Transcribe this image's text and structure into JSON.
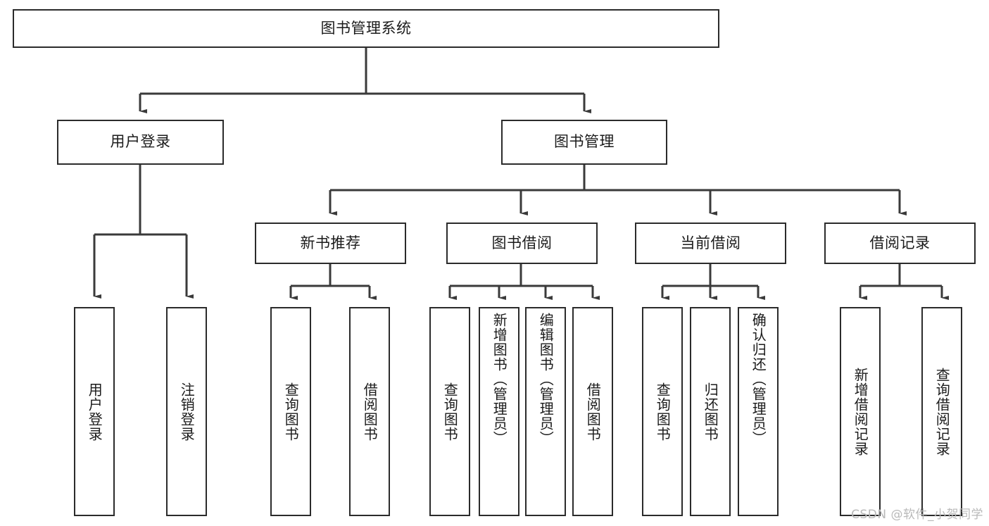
{
  "diagram": {
    "title": "图书管理系统",
    "type": "hierarchy-tree",
    "watermark": "CSDN @软件_小贺同学",
    "colors": {
      "box_border": "#2b2b2b",
      "box_fill": "#ffffff",
      "connector": "#3a3a3a",
      "text": "#1b1b1b",
      "watermark": "#b9b9b9"
    },
    "nodes": {
      "root": {
        "label": "图书管理系统"
      },
      "level2": [
        {
          "id": "user-login",
          "label": "用户登录"
        },
        {
          "id": "book-management",
          "label": "图书管理"
        }
      ],
      "level3": [
        {
          "id": "new-book-recommend",
          "label": "新书推荐"
        },
        {
          "id": "book-borrow",
          "label": "图书借阅"
        },
        {
          "id": "current-borrow",
          "label": "当前借阅"
        },
        {
          "id": "borrow-record",
          "label": "借阅记录"
        }
      ],
      "leaves": {
        "user_login": [
          {
            "id": "leaf-user-login",
            "label": "用户登录"
          },
          {
            "id": "leaf-logout",
            "label": "注销登录"
          }
        ],
        "new_book_recommend": [
          {
            "id": "leaf-query-book-1",
            "label": "查询图书"
          },
          {
            "id": "leaf-borrow-book-1",
            "label": "借阅图书"
          }
        ],
        "book_borrow": [
          {
            "id": "leaf-query-book-2",
            "label": "查询图书"
          },
          {
            "id": "leaf-add-book",
            "label": "新增图书（管理员）"
          },
          {
            "id": "leaf-edit-book",
            "label": "编辑图书（管理员）"
          },
          {
            "id": "leaf-borrow-book-2",
            "label": "借阅图书"
          }
        ],
        "current_borrow": [
          {
            "id": "leaf-query-book-3",
            "label": "查询图书"
          },
          {
            "id": "leaf-return-book",
            "label": "归还图书"
          },
          {
            "id": "leaf-confirm-return",
            "label": "确认归还（管理员）"
          }
        ],
        "borrow_record": [
          {
            "id": "leaf-add-record",
            "label": "新增借阅记录"
          },
          {
            "id": "leaf-query-record",
            "label": "查询借阅记录"
          }
        ]
      }
    }
  }
}
